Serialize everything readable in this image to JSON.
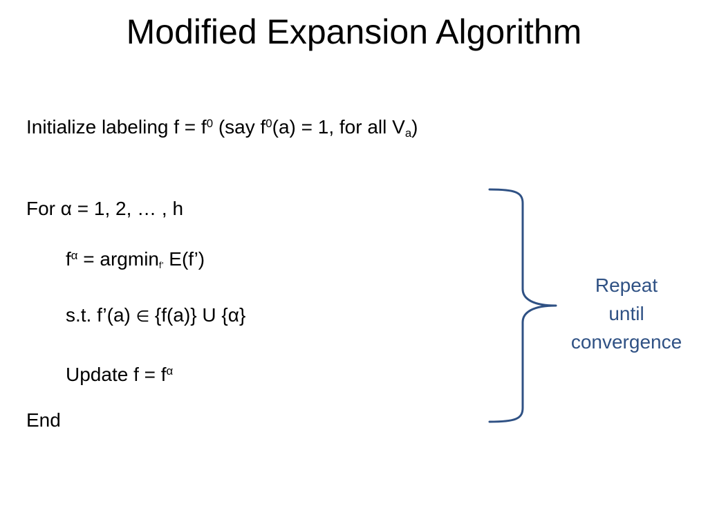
{
  "slide": {
    "title": "Modified Expansion Algorithm"
  },
  "steps": {
    "init": {
      "text": "Initialize labeling f = f",
      "sup1": "0",
      "mid": " (say f",
      "sup2": "0",
      "mid2": "(a) = 1, for all V",
      "sub": "a",
      "end": ")"
    },
    "loop": {
      "text": "For α = 1, 2, … , h"
    },
    "argmin": {
      "f": "f",
      "sup": "α",
      "mid": " = argmin",
      "sub": "f’",
      "end": " E(f’)"
    },
    "constraint": {
      "text_a": "s.t. f’(a) ",
      "elem": "∈",
      "text_b": " {f(a)} U {α}"
    },
    "update": {
      "text": "Update f = f",
      "sup": "α"
    },
    "end": {
      "text": "End"
    }
  },
  "annotation": {
    "lines": [
      "Repeat",
      "until",
      "convergence"
    ],
    "color": "#2f5184"
  }
}
